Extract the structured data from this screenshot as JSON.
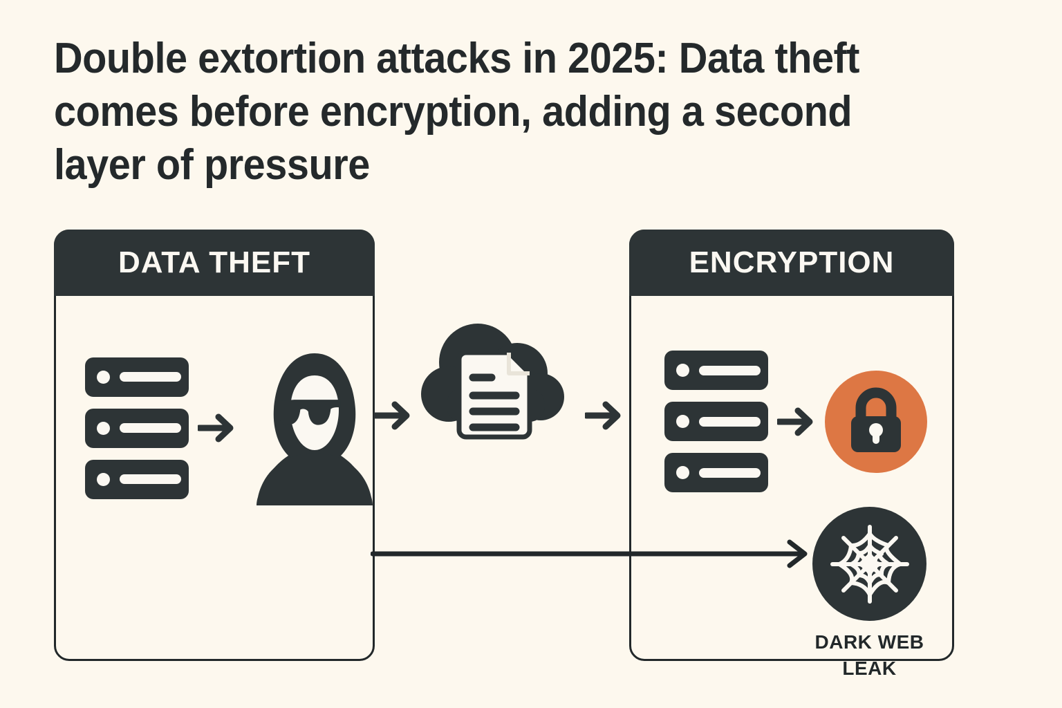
{
  "page": {
    "background_color": "#fdf8ee",
    "title": "Double extortion attacks in 2025: Data theft comes before encryption, adding a second layer of pressure"
  },
  "theme": {
    "dark": "#2d3436",
    "accent_orange": "#dd7744",
    "light": "#fbf8f2",
    "stroke": "#22282a"
  },
  "panels": [
    {
      "id": "data-theft",
      "header": "DATA THEFT",
      "icons": [
        "server-stack",
        "arrow-right",
        "hacker"
      ]
    },
    {
      "id": "encryption",
      "header": "ENCRYPTION",
      "icons": [
        "server-stack",
        "arrow-right",
        "lock-badge"
      ]
    }
  ],
  "middle": {
    "icon": "cloud-document",
    "arrow_in": "arrow-right",
    "arrow_out": "arrow-right"
  },
  "outcome": {
    "icon": "spider-web",
    "label": "DARK WEB\nLEAK",
    "arrow": "arrow-right-long"
  }
}
